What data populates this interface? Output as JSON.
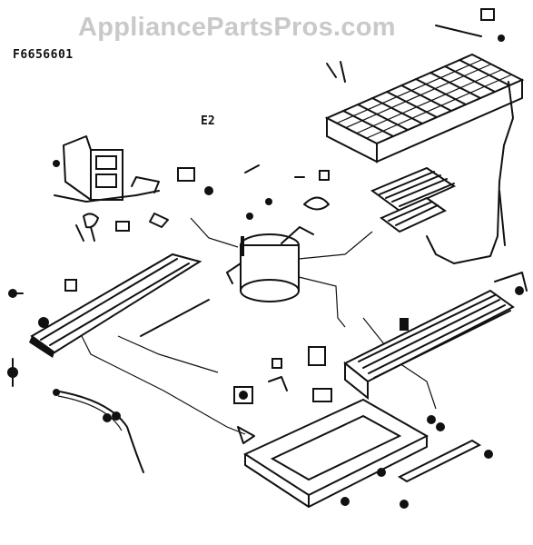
{
  "watermark": "AppliancePartsPros.com",
  "part_number": "F6656601",
  "section_label": "E2"
}
